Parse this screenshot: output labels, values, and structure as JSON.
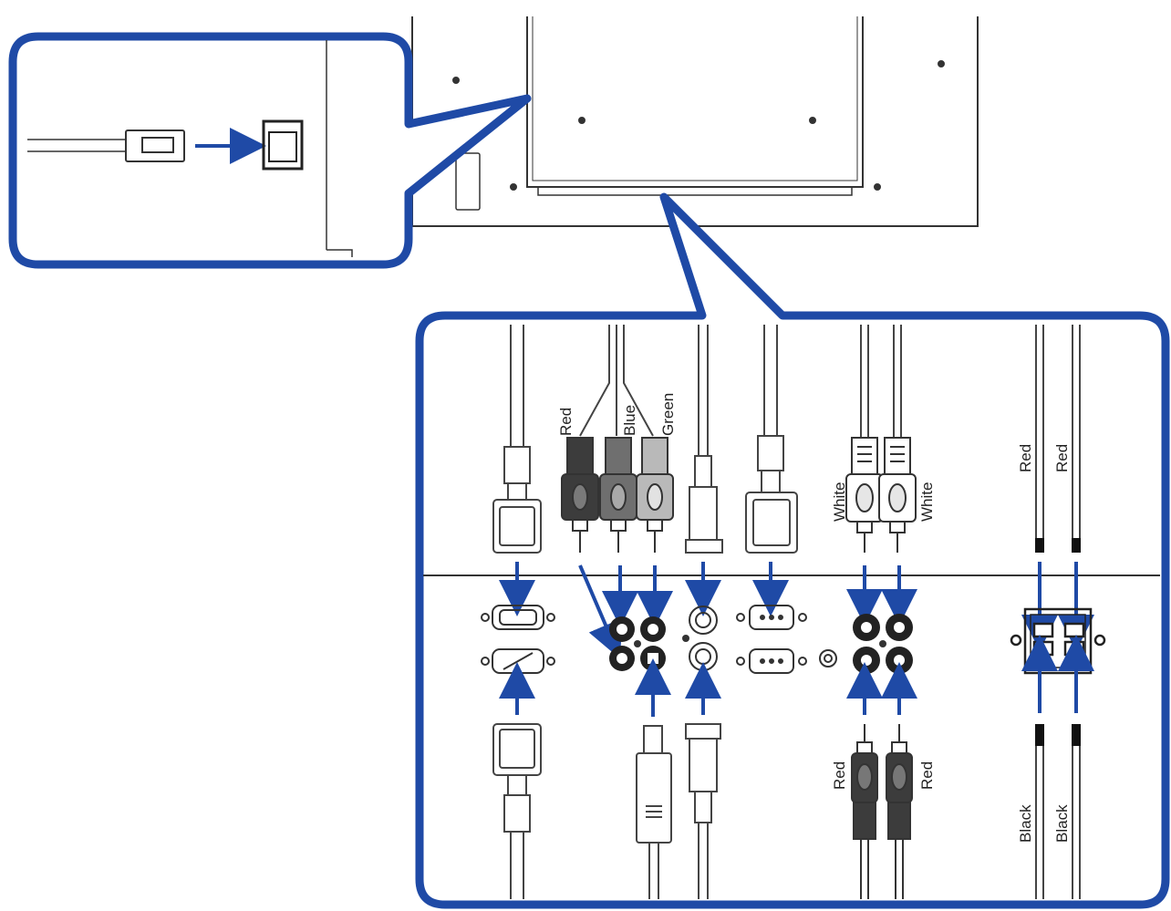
{
  "colors": {
    "frame": "#1f4aa6",
    "arrow": "#1f4aa6",
    "line": "#333333",
    "dark_plug": "#3c3c3c",
    "mid_plug": "#6f6f6f",
    "light_plug": "#b9b9b9"
  },
  "icons": [
    "rj45-plug-icon",
    "rj45-jack-icon",
    "vga-plug-icon",
    "vga-port-icon",
    "dvi-port-icon",
    "rca-plug-icon",
    "rca-jack-icon",
    "bnc-plug-icon",
    "bnc-port-icon",
    "svideo-plug-icon",
    "svideo-port-icon",
    "speaker-wire-icon",
    "speaker-terminal-icon",
    "audio-mini-jack-icon"
  ],
  "labels": {
    "component": {
      "red": "Red",
      "blue": "Blue",
      "green": "Green"
    },
    "audio_in_left": "White",
    "audio_in_right": "White",
    "audio_in_bottom_left": "Red",
    "audio_in_bottom_right": "Red",
    "speaker_top_left": "Red",
    "speaker_top_right": "Red",
    "speaker_bottom_left": "Black",
    "speaker_bottom_right": "Black"
  }
}
